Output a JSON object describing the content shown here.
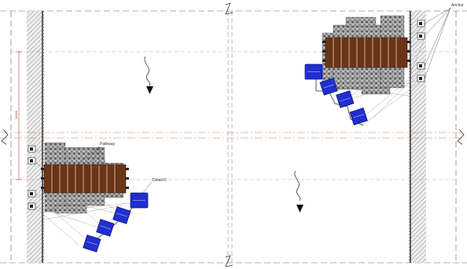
{
  "labels": {
    "anchor": "Anchor",
    "pathway": "Pathway",
    "detail": "Detail D",
    "dimension": "10000"
  },
  "colors": {
    "float": "#1f2fd0",
    "timber": "#6b3518",
    "rock": "#8a8a8a",
    "wall_hatch": "#9a9a9a",
    "dim_line": "#c04040",
    "line": "#444444"
  },
  "icons": {
    "flow": "wavy-flow-arrow-icon",
    "anchor": "anchor-block-icon"
  }
}
